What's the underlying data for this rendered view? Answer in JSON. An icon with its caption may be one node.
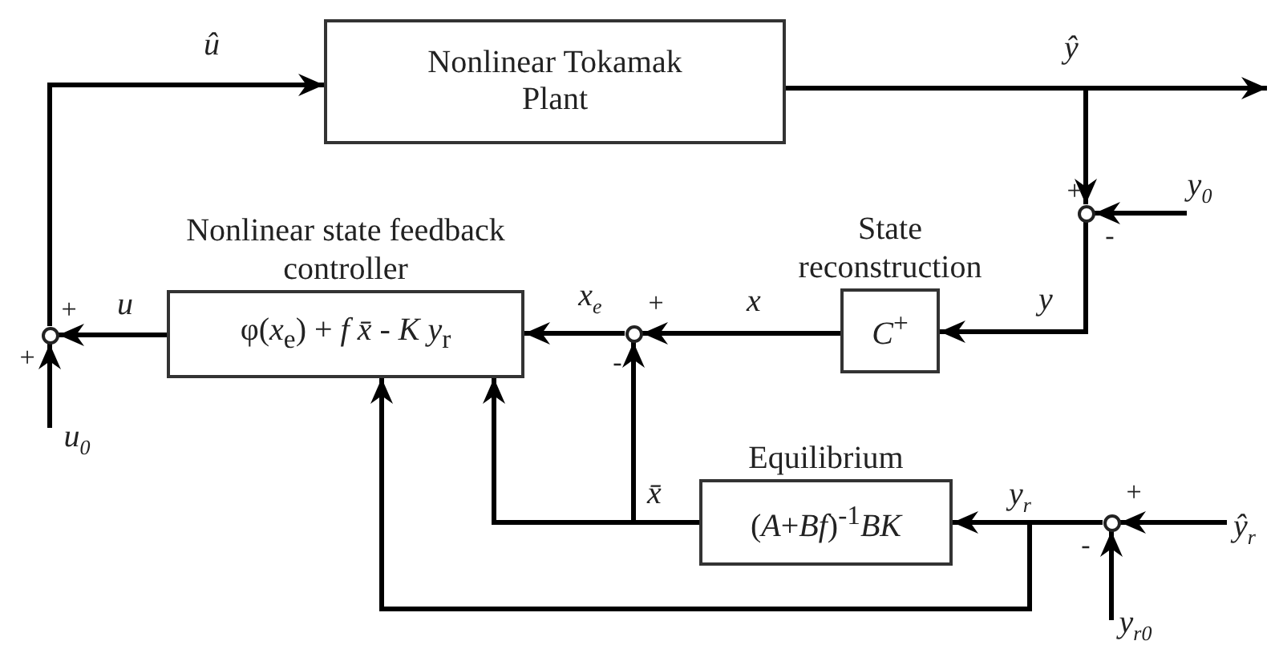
{
  "diagram": {
    "nodes": [
      {
        "text": [
          "Nonlinear Tokamak Plant"
        ]
      },
      {
        "text": [],
        "shape": "circle"
      },
      {
        "text": [
          "State reconstruction",
          "*C*$^{+}$"
        ]
      },
      {
        "text": [],
        "shape": "circle"
      },
      {
        "text": [
          "Nonlinear state feedback controller",
          "φ(*x*$_{e}$) + *f x̄* - *K y*$_{r}$"
        ]
      },
      {
        "text": [],
        "shape": "circle"
      },
      {
        "text": [
          "Equilibrium",
          "(*A*+*Bf*)$^{-1}$*BK*"
        ]
      },
      {
        "text": [],
        "shape": "circle"
      }
    ],
    "edges": [
      {
        "from": 5,
        "to": 0,
        "arrow": "to",
        "label": "û"
      },
      {
        "from": 0,
        "to": null,
        "arrow": "to",
        "label": "ŷ"
      },
      {
        "from": 0,
        "to": 1,
        "arrow": "to"
      },
      {
        "from": null,
        "to": 1,
        "arrow": "to",
        "label": "y$_{0}$"
      },
      {
        "from": 1,
        "to": 2,
        "arrow": "to",
        "label": "y"
      },
      {
        "from": 2,
        "to": 3,
        "arrow": "to",
        "label": "x"
      },
      {
        "from": 3,
        "to": 4,
        "arrow": "to",
        "label": "x$_{e}$"
      },
      {
        "from": 4,
        "to": 5,
        "arrow": "to",
        "label": "u"
      },
      {
        "from": null,
        "to": 5,
        "arrow": "to",
        "label": "u$_{0}$"
      },
      {
        "from": 6,
        "to": 3,
        "arrow": "to",
        "label": "x̄"
      },
      {
        "from": 6,
        "to": 4,
        "arrow": "to"
      },
      {
        "from": 7,
        "to": 6,
        "arrow": "to",
        "label": "y$_{r}$"
      },
      {
        "from": 7,
        "to": 4,
        "arrow": "to"
      },
      {
        "from": null,
        "to": 7,
        "arrow": "to",
        "label": "ŷ$_{r}$"
      },
      {
        "from": null,
        "to": 7,
        "arrow": "to",
        "label": "y$_{r0}$"
      }
    ],
    "labels": [
      "+",
      "-",
      "+",
      "+",
      "+",
      "-",
      "+",
      "-"
    ]
  }
}
